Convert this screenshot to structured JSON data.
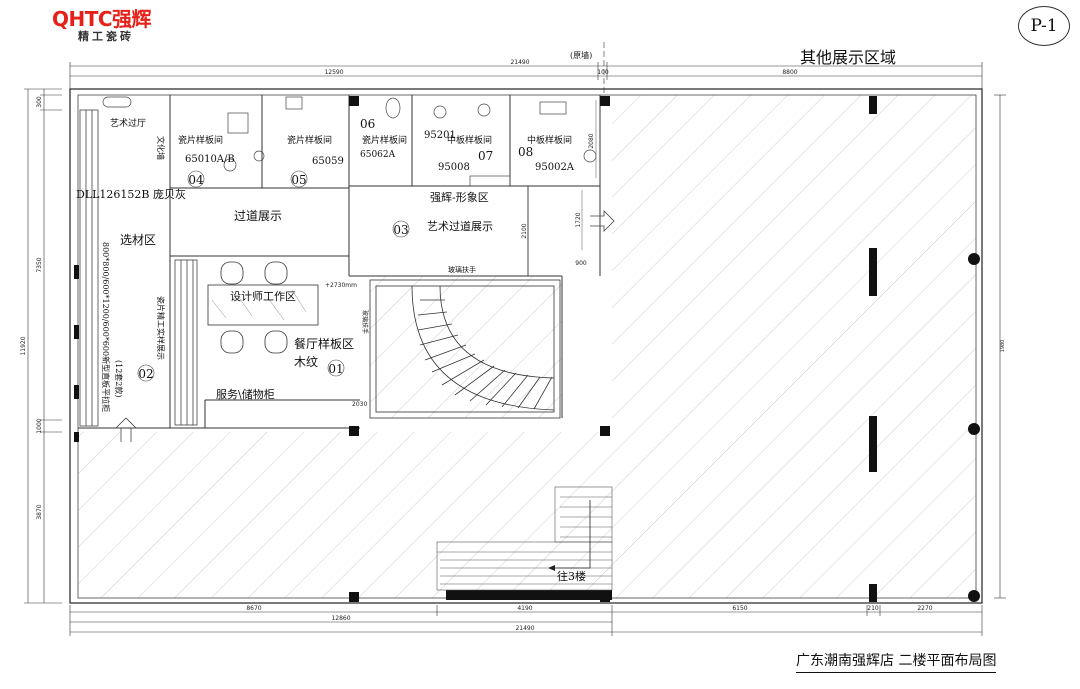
{
  "logo": {
    "brand": "QHTC强辉",
    "tagline": "精工瓷砖"
  },
  "page_number": "P-1",
  "drawing_title": "广东潮南强辉店  二楼平面布局图",
  "header": {
    "other_area": "其他展示区域",
    "original_wall": "(原墙)"
  },
  "dimensions": {
    "top_total": "21490",
    "top_left": "12590",
    "top_gap": "100",
    "top_right": "8800",
    "bottom_a": "8670",
    "bottom_b": "4190",
    "bottom_c": "6150",
    "bottom_d": "210",
    "bottom_e": "2270",
    "bottom_sub": "12860",
    "bottom_total": "21490",
    "left_300": "300",
    "left_7350": "7350",
    "left_total": "11920",
    "left_1000": "1000",
    "left_3870": "3870",
    "right_total": "1980",
    "room_2080": "2080",
    "room_1720": "1720",
    "room_2100": "2100",
    "room_900": "900",
    "stair_2700": "+2730mm",
    "stair_2030": "2030"
  },
  "zones": {
    "art_corridor_small": "艺术过厅",
    "culture_wall": "文化墙",
    "tile_room_a": "瓷片样板间",
    "code_04": "65010A/B",
    "num_04": "04",
    "tile_room_b": "瓷片样板间",
    "code_05": "65059",
    "num_05": "05",
    "num_06": "06",
    "tile_room_c": "瓷片样板间",
    "code_06": "65062A",
    "code_95201": "95201",
    "mid_room_07": "中板样板间",
    "code_95008": "95008",
    "num_07": "07",
    "num_08": "08",
    "mid_room_08": "中板样板间",
    "code_95002A": "95002A",
    "sku_line": "DLL126152B 庞贝灰",
    "selection": "选材区",
    "corridor_display": "过道展示",
    "image_zone": "强辉-形象区",
    "num_03": "03",
    "art_corridor_display": "艺术过道展示",
    "glass_rail": "玻璃扶手",
    "designer": "设计师工作区",
    "dining": "餐厅样板区",
    "wood": "木纹",
    "num_01": "01",
    "service": "服务\\储物柜",
    "vertical_rack": "800*800/600*1200/600*600新型直板平拉柜",
    "vertical_rack2": "(12套2款)",
    "num_02": "02",
    "sample_shelf": "瓷片精工实样展示",
    "handrail": "玻璃扶手",
    "to_3f": "往3楼"
  }
}
